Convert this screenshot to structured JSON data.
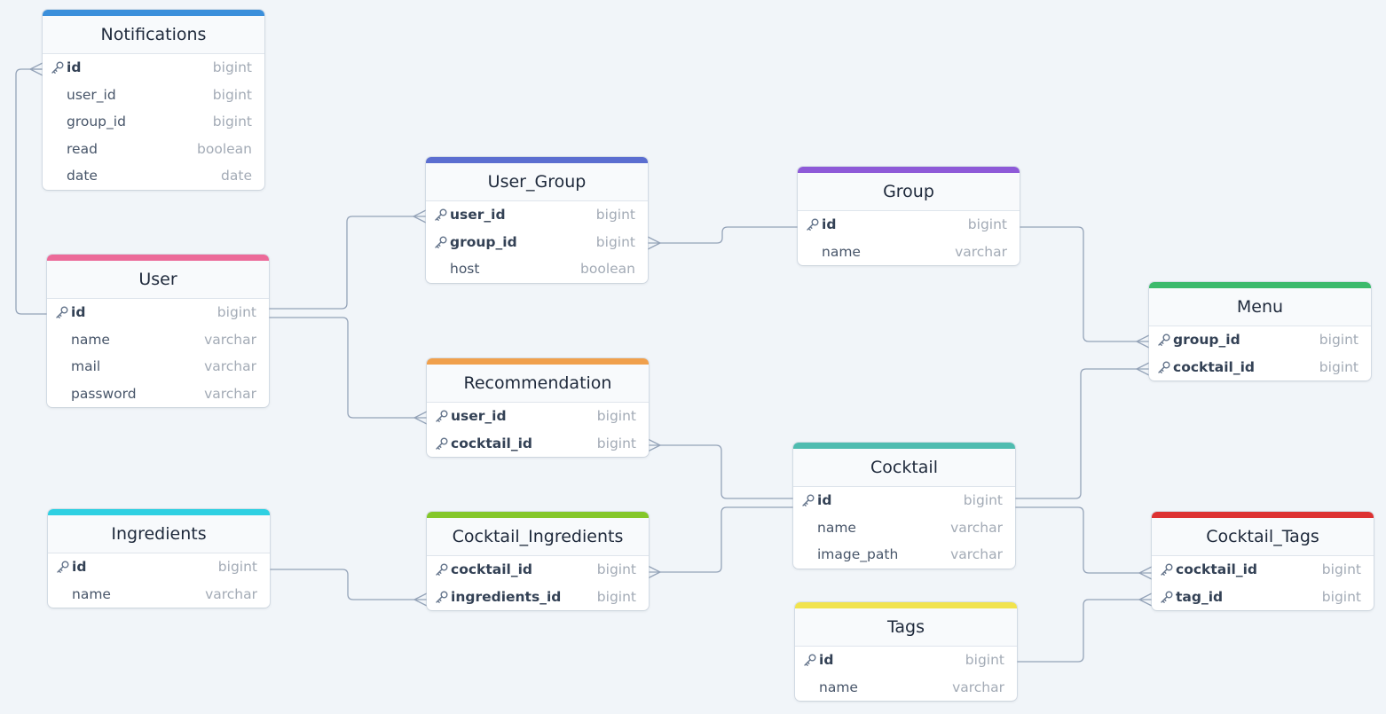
{
  "colors": {
    "background": "#f1f5f9",
    "connector": "#94a3b8",
    "Notifications": "#3b8fdb",
    "User_Group": "#5b6ed0",
    "Group": "#8e5ad8",
    "User": "#ec6a99",
    "Menu": "#3cba6c",
    "Recommendation": "#f0a04c",
    "Cocktail": "#4fbcb0",
    "Ingredients": "#2fd0e2",
    "Cocktail_Ingredients": "#84c72a",
    "Cocktail_Tags": "#dd3232",
    "Tags": "#f1e34e"
  },
  "icons": {
    "primary_key": "key-icon"
  },
  "tables": {
    "notifications": {
      "title": "Notifications",
      "fields": [
        {
          "name": "id",
          "type": "bigint",
          "key": true,
          "pk": true
        },
        {
          "name": "user_id",
          "type": "bigint",
          "key": false,
          "pk": false
        },
        {
          "name": "group_id",
          "type": "bigint",
          "key": false,
          "pk": false
        },
        {
          "name": "read",
          "type": "boolean",
          "key": false,
          "pk": false
        },
        {
          "name": "date",
          "type": "date",
          "key": false,
          "pk": false
        }
      ]
    },
    "user": {
      "title": "User",
      "fields": [
        {
          "name": "id",
          "type": "bigint",
          "key": true,
          "pk": true
        },
        {
          "name": "name",
          "type": "varchar",
          "key": false,
          "pk": false
        },
        {
          "name": "mail",
          "type": "varchar",
          "key": false,
          "pk": false
        },
        {
          "name": "password",
          "type": "varchar",
          "key": false,
          "pk": false
        }
      ]
    },
    "ingredients": {
      "title": "Ingredients",
      "fields": [
        {
          "name": "id",
          "type": "bigint",
          "key": true,
          "pk": true
        },
        {
          "name": "name",
          "type": "varchar",
          "key": false,
          "pk": false
        }
      ]
    },
    "user_group": {
      "title": "User_Group",
      "fields": [
        {
          "name": "user_id",
          "type": "bigint",
          "key": true,
          "pk": true
        },
        {
          "name": "group_id",
          "type": "bigint",
          "key": true,
          "pk": true
        },
        {
          "name": "host",
          "type": "boolean",
          "key": false,
          "pk": false
        }
      ]
    },
    "recommendation": {
      "title": "Recommendation",
      "fields": [
        {
          "name": "user_id",
          "type": "bigint",
          "key": true,
          "pk": true
        },
        {
          "name": "cocktail_id",
          "type": "bigint",
          "key": true,
          "pk": true
        }
      ]
    },
    "cocktail_ingredients": {
      "title": "Cocktail_Ingredients",
      "fields": [
        {
          "name": "cocktail_id",
          "type": "bigint",
          "key": true,
          "pk": true
        },
        {
          "name": "ingredients_id",
          "type": "bigint",
          "key": true,
          "pk": true
        }
      ]
    },
    "group": {
      "title": "Group",
      "fields": [
        {
          "name": "id",
          "type": "bigint",
          "key": true,
          "pk": true
        },
        {
          "name": "name",
          "type": "varchar",
          "key": false,
          "pk": false
        }
      ]
    },
    "cocktail": {
      "title": "Cocktail",
      "fields": [
        {
          "name": "id",
          "type": "bigint",
          "key": true,
          "pk": true
        },
        {
          "name": "name",
          "type": "varchar",
          "key": false,
          "pk": false
        },
        {
          "name": "image_path",
          "type": "varchar",
          "key": false,
          "pk": false
        }
      ]
    },
    "tags": {
      "title": "Tags",
      "fields": [
        {
          "name": "id",
          "type": "bigint",
          "key": true,
          "pk": true
        },
        {
          "name": "name",
          "type": "varchar",
          "key": false,
          "pk": false
        }
      ]
    },
    "menu": {
      "title": "Menu",
      "fields": [
        {
          "name": "group_id",
          "type": "bigint",
          "key": true,
          "pk": true
        },
        {
          "name": "cocktail_id",
          "type": "bigint",
          "key": true,
          "pk": true
        }
      ]
    },
    "cocktail_tags": {
      "title": "Cocktail_Tags",
      "fields": [
        {
          "name": "cocktail_id",
          "type": "bigint",
          "key": true,
          "pk": true
        },
        {
          "name": "tag_id",
          "type": "bigint",
          "key": true,
          "pk": true
        }
      ]
    }
  },
  "relationships": [
    {
      "from": "user.id",
      "to": "notifications.id",
      "cardinality": "one-to-many"
    },
    {
      "from": "user.id",
      "to": "user_group.user_id",
      "cardinality": "one-to-many"
    },
    {
      "from": "user.id",
      "to": "recommendation.user_id",
      "cardinality": "one-to-many"
    },
    {
      "from": "group.id",
      "to": "user_group.group_id",
      "cardinality": "one-to-many"
    },
    {
      "from": "group.id",
      "to": "menu.group_id",
      "cardinality": "one-to-many"
    },
    {
      "from": "cocktail.id",
      "to": "recommendation.cocktail_id",
      "cardinality": "one-to-many"
    },
    {
      "from": "cocktail.id",
      "to": "menu.cocktail_id",
      "cardinality": "one-to-many"
    },
    {
      "from": "cocktail.id",
      "to": "cocktail_ingredients.cocktail_id",
      "cardinality": "one-to-many"
    },
    {
      "from": "cocktail.id",
      "to": "cocktail_tags.cocktail_id",
      "cardinality": "one-to-many"
    },
    {
      "from": "ingredients.id",
      "to": "cocktail_ingredients.ingredients_id",
      "cardinality": "one-to-many"
    },
    {
      "from": "tags.id",
      "to": "cocktail_tags.tag_id",
      "cardinality": "one-to-many"
    }
  ]
}
